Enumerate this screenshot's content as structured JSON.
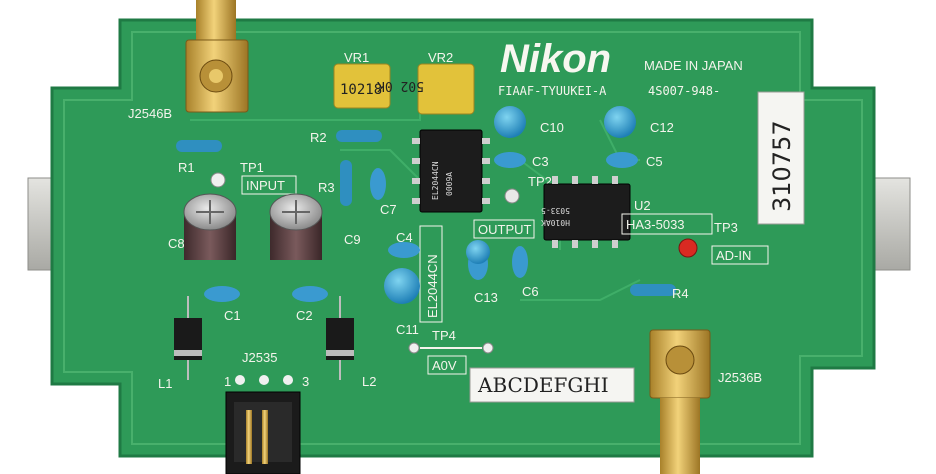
{
  "board": {
    "brand": "Nikon",
    "made_in": "MADE IN JAPAN",
    "part_name": "FIAAF-TYUUKEI-A",
    "part_number": "4S007-948-",
    "serial_sticker": "310757",
    "label_sticker": "ABCDEFGHI",
    "colors": {
      "pcb": "#2e9a58",
      "pcb_edge": "#1f7a44",
      "bracket": "#c9c9c4",
      "gold": "#d8b24a"
    }
  },
  "silkscreen": {
    "j2546b": "J2546B",
    "j2535": "J2535",
    "j2536b": "J2536B",
    "vr1": "VR1",
    "vr2": "VR2",
    "r1": "R1",
    "r2": "R2",
    "r3": "R3",
    "r4": "R4",
    "tp1": "TP1",
    "tp2": "TP2",
    "tp3": "TP3",
    "tp4": "TP4",
    "input": "INPUT",
    "output": "OUTPUT",
    "ad_in": "AD-IN",
    "a0v": "A0V",
    "c1": "C1",
    "c2": "C2",
    "c3": "C3",
    "c4": "C4",
    "c5": "C5",
    "c6": "C6",
    "c7": "C7",
    "c8": "C8",
    "c9": "C9",
    "c10": "C10",
    "c11": "C11",
    "c12": "C12",
    "c13": "C13",
    "l1": "L1",
    "l2": "L2",
    "u2": "U2",
    "ha3": "HA3-5033",
    "el2044": "EL2044CN",
    "pin1": "1",
    "pin3": "3"
  },
  "components": {
    "vr1_marking": "10218",
    "vr2_marking": "502 0K",
    "u1_marking_1": "EL2044CN",
    "u1_marking_2": "0009A",
    "u2_marking_1": "5033-5",
    "u2_marking_2": "H010AK"
  }
}
